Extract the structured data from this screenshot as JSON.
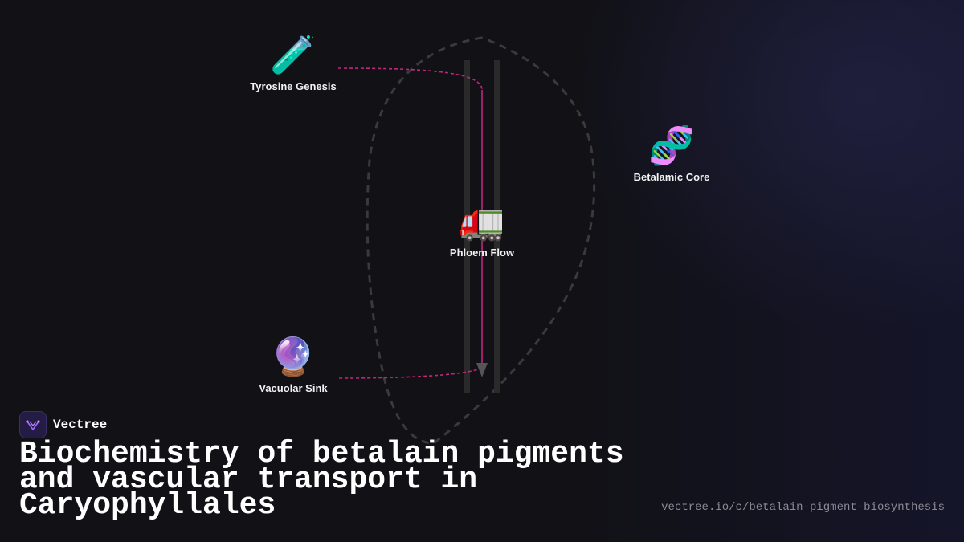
{
  "diagram": {
    "nodes": [
      {
        "id": "tyrosine",
        "icon": "test-tube-icon",
        "emoji": "🧪",
        "label": "Tyrosine Genesis"
      },
      {
        "id": "betalamic",
        "icon": "dna-icon",
        "emoji": "🧬",
        "label": "Betalamic Core"
      },
      {
        "id": "phloem",
        "icon": "delivery-truck-icon",
        "emoji": "🚛",
        "label": "Phloem Flow"
      },
      {
        "id": "vacuolar",
        "icon": "crystal-ball-icon",
        "emoji": "🔮",
        "label": "Vacuolar Sink"
      }
    ],
    "colors": {
      "flow": "#c0267e",
      "vessel": "#2a2a2a",
      "outline": "#3a3a3a",
      "arrowhead": "#555555"
    }
  },
  "brand": {
    "name": "Vectree",
    "logo_icon": "vectree-logo-icon"
  },
  "title": "Biochemistry of betalain pigments and vascular transport in Caryophyllales",
  "url": "vectree.io/c/betalain-pigment-biosynthesis"
}
